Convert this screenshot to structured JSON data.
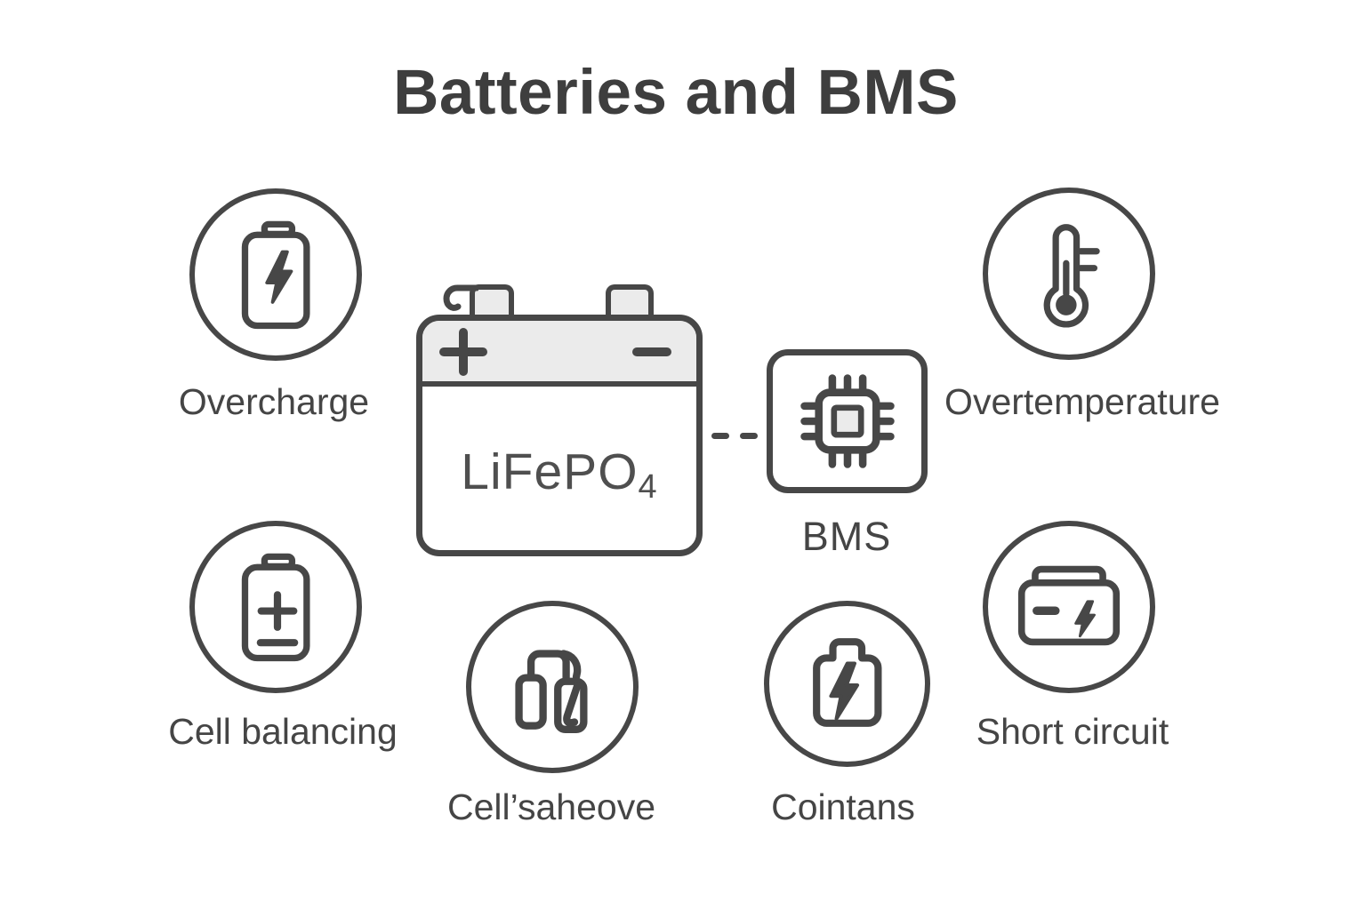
{
  "title": "Batteries and BMS",
  "colors": {
    "stroke": "#474747",
    "title_text": "#3e3e3e",
    "label_text": "#454545",
    "battery_text": "#4f4f4f",
    "fill_light": "#ebebeb",
    "background": "#ffffff"
  },
  "battery": {
    "chemistry_label": "LiFePO",
    "chemistry_subscript": "4",
    "positive_symbol": "+",
    "negative_symbol": "−"
  },
  "bms": {
    "label": "BMS",
    "icon": "chip-icon"
  },
  "connector": {
    "style": "dashed"
  },
  "features": [
    {
      "label": "Overcharge",
      "icon": "battery-charging-icon"
    },
    {
      "label": "Overtemperature",
      "icon": "thermometer-icon"
    },
    {
      "label": "Cell balancing",
      "icon": "battery-plus-minus-icon"
    },
    {
      "label": "Cell’saheove",
      "icon": "battery-cells-icon"
    },
    {
      "label": "Cointans",
      "icon": "battery-bolt-icon"
    },
    {
      "label": "Short circuit",
      "icon": "car-battery-icon"
    }
  ]
}
